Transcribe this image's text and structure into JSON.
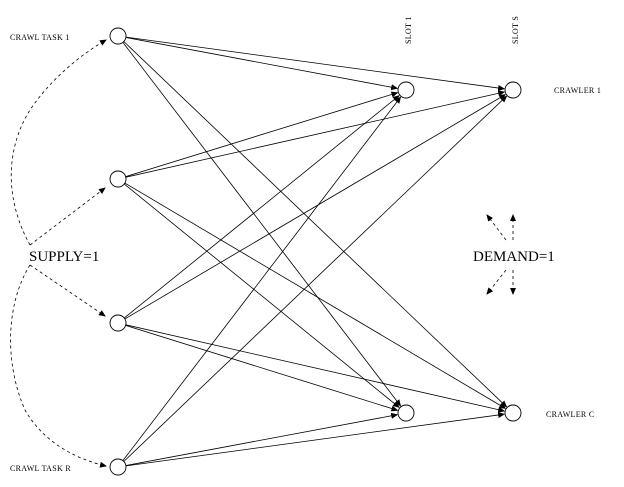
{
  "labels": {
    "task_top": "CRAWL TASK 1",
    "task_bottom": "CRAWL TASK R",
    "slot_first": "SLOT 1",
    "slot_last": "SLOT S",
    "crawler_top": "CRAWLER 1",
    "crawler_bottom": "CRAWLER C",
    "supply": "SUPPLY=1",
    "demand": "DEMAND=1"
  }
}
